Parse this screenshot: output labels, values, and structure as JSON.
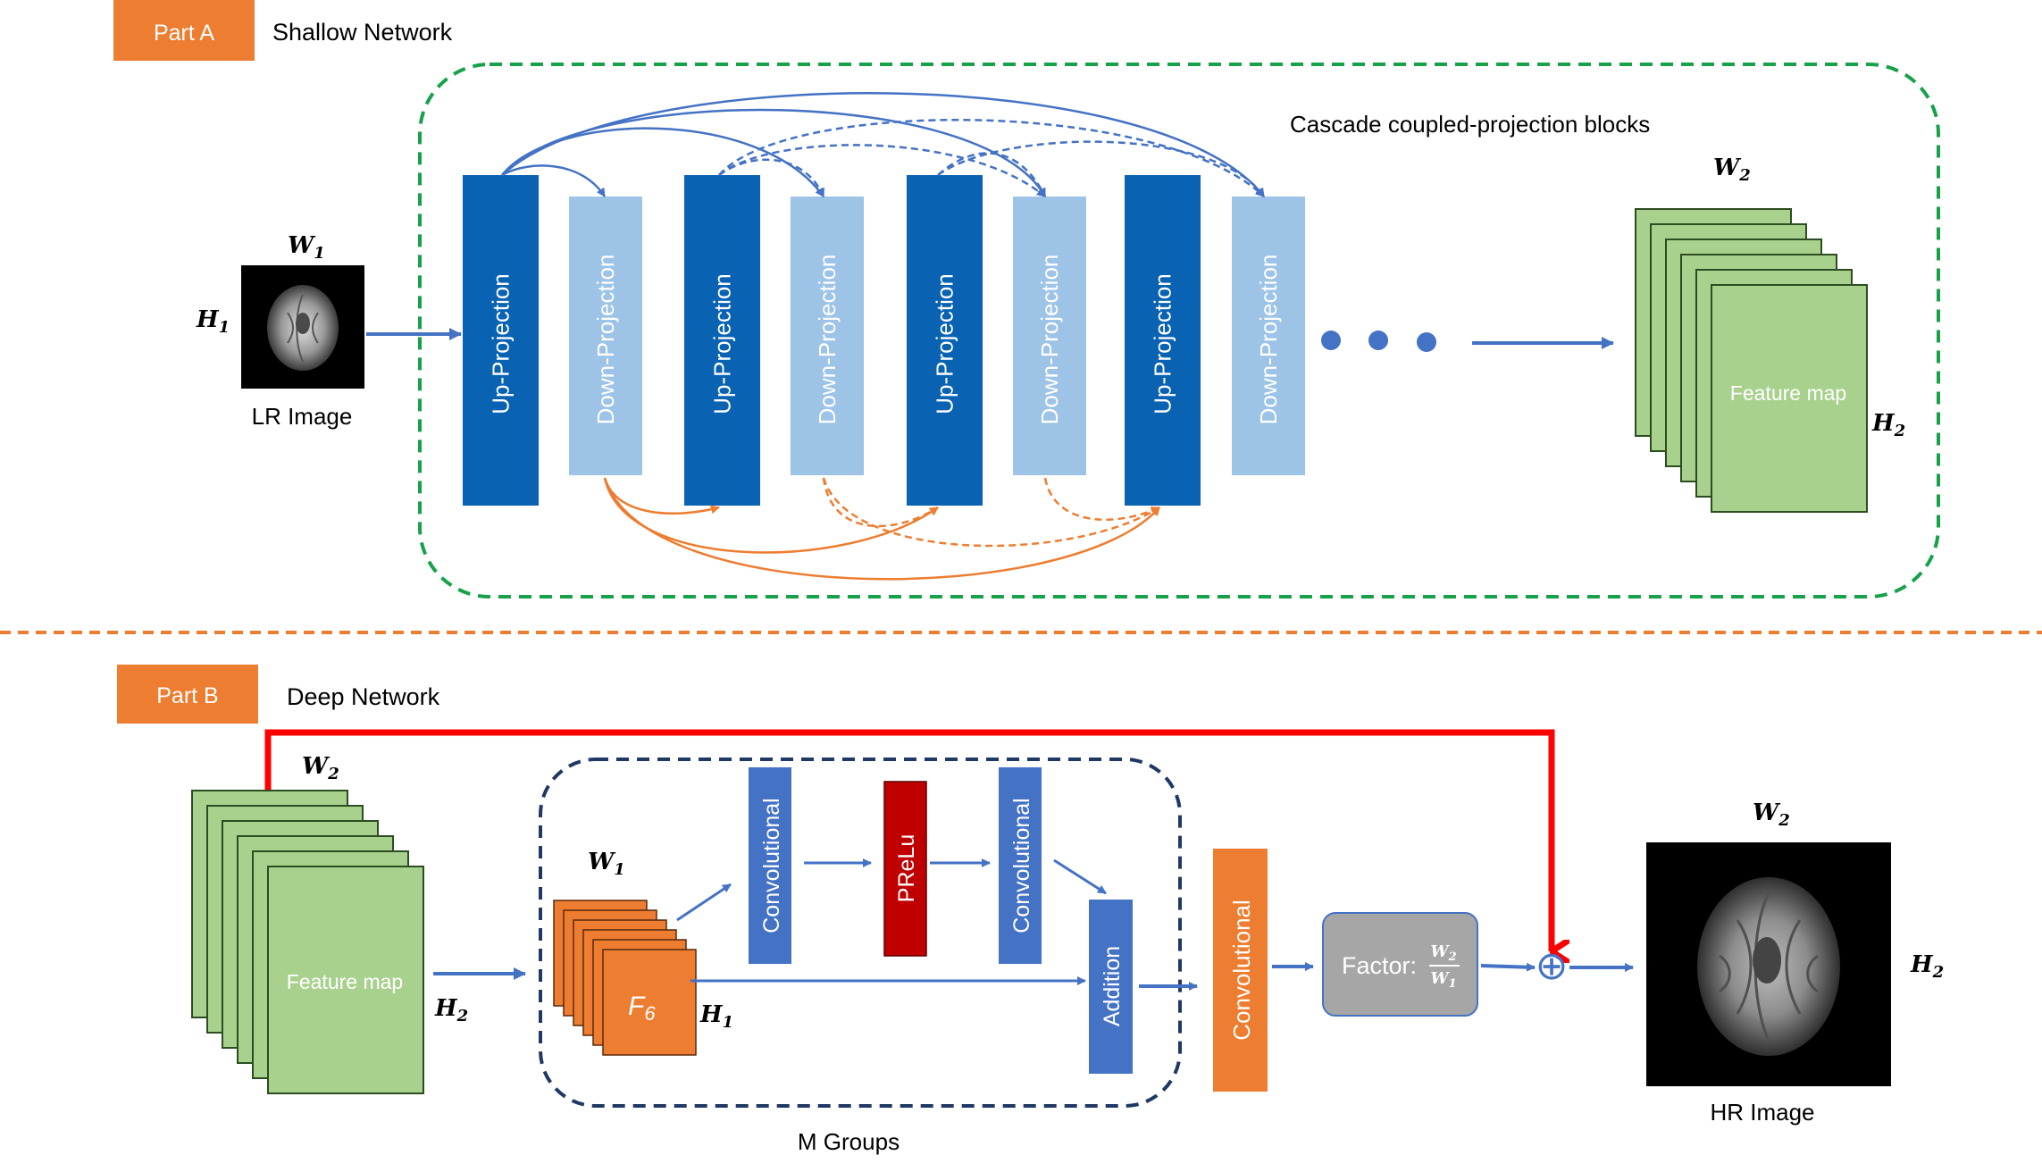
{
  "part_a": {
    "tag": "Part A",
    "title": "Shallow Network",
    "cascade_label": "Cascade coupled-projection blocks",
    "input_label": "LR Image",
    "input_width": "W",
    "input_height": "H",
    "input_sub": "1",
    "output_width": "W",
    "output_height": "H",
    "output_sub": "2",
    "blocks": [
      {
        "label": "Up-Projection",
        "kind": "up"
      },
      {
        "label": "Down-Projection",
        "kind": "down"
      },
      {
        "label": "Up-Projection",
        "kind": "up"
      },
      {
        "label": "Down-Projection",
        "kind": "down"
      },
      {
        "label": "Up-Projection",
        "kind": "up"
      },
      {
        "label": "Down-Projection",
        "kind": "down"
      },
      {
        "label": "Up-Projection",
        "kind": "up"
      },
      {
        "label": "Down-Projection",
        "kind": "down"
      }
    ],
    "feature_map_label": "Feature map"
  },
  "part_b": {
    "tag": "Part B",
    "title": "Deep Network",
    "feature_map_label": "Feature map",
    "fm_width": "W",
    "fm_height": "H",
    "fm_sub": "2",
    "group_label": "M Groups",
    "group_width": "W",
    "group_height": "H",
    "group_sub": "1",
    "f6_label": "F",
    "f6_sub": "6",
    "conv1_label": "Convolutional",
    "prelu_label": "PReLu",
    "conv2_label": "Convolutional",
    "addition_label": "Addition",
    "conv3_label": "Convolutional",
    "factor_label": "Factor:",
    "factor_num": "W",
    "factor_num_sub": "2",
    "factor_den": "W",
    "factor_den_sub": "1",
    "sum_symbol": "⊕",
    "output_label": "HR Image",
    "output_width": "W",
    "output_height": "H",
    "output_sub": "2"
  },
  "colors": {
    "orange": "#ED7D31",
    "up_blue": "#0A62B2",
    "down_blue": "#9DC3E6",
    "mid_blue": "#4472C4",
    "arrow_blue": "#4472C4",
    "green_fill": "#A9D18E",
    "green_dash": "#17A14A",
    "navy_dash": "#1F3864",
    "red": "#FF0000",
    "dark_red": "#C00000",
    "gray": "#A6A6A6"
  }
}
